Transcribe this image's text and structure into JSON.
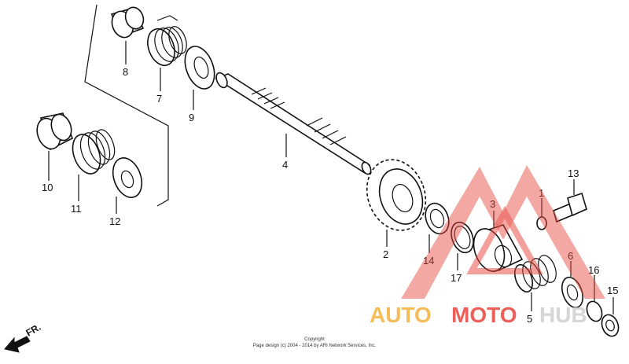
{
  "labels": {
    "p1": "1",
    "p2": "2",
    "p3": "3",
    "p4": "4",
    "p5": "5",
    "p6": "6",
    "p7": "7",
    "p8": "8",
    "p9": "9",
    "p10": "10",
    "p11": "11",
    "p12": "12",
    "p13": "13",
    "p14": "14",
    "p15": "15",
    "p16": "16",
    "p17": "17"
  },
  "direction_label": "FR.",
  "copyright": {
    "line1": "Copyright",
    "line2": "Page design (c) 2004 - 2014 by ARI Network Services, Inc."
  },
  "watermark": {
    "part1": "AUTO",
    "part2": "MOTO",
    "part3": "HUB",
    "colors": {
      "auto": "#f5b13b",
      "moto": "#e8453c",
      "hub": "#cfcfcf",
      "triangle": "#e8453c"
    }
  }
}
